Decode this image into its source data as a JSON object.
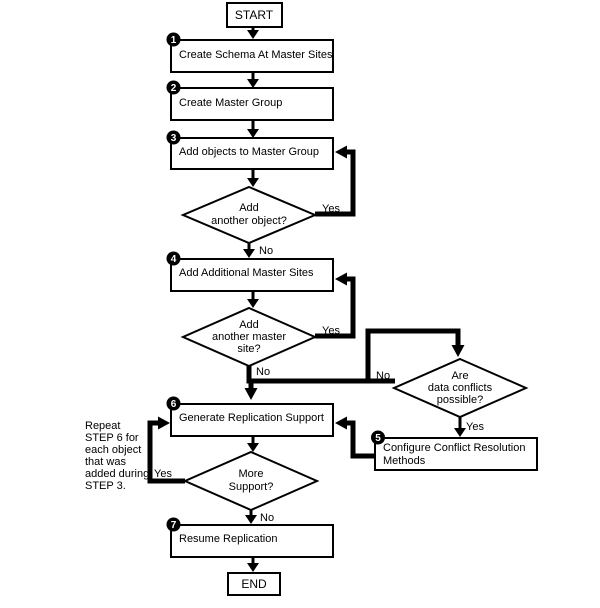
{
  "diagram": {
    "terminals": {
      "start": "START",
      "end": "END"
    },
    "steps": [
      {
        "num": "1",
        "label": "Create Schema At Master Sites"
      },
      {
        "num": "2",
        "label": "Create Master Group"
      },
      {
        "num": "3",
        "label": "Add objects to Master Group"
      },
      {
        "num": "4",
        "label": "Add Additional Master Sites"
      },
      {
        "num": "5",
        "label_line1": "Configure Conflict Resolution",
        "label_line2": "Methods"
      },
      {
        "num": "6",
        "label": "Generate Replication Support"
      },
      {
        "num": "7",
        "label": "Resume Replication"
      }
    ],
    "decisions": {
      "add_object": {
        "line1": "Add",
        "line2": "another object?",
        "yes": "Yes",
        "no": "No"
      },
      "add_master_site": {
        "line1": "Add",
        "line2": "another master",
        "line3": "site?",
        "yes": "Yes",
        "no": "No"
      },
      "data_conflicts": {
        "line1": "Are",
        "line2": "data conflicts",
        "line3": "possible?",
        "yes": "Yes",
        "no": "No"
      },
      "more_support": {
        "line1": "More",
        "line2": "Support?",
        "yes": "Yes",
        "no": "No"
      }
    },
    "note": {
      "line1": "Repeat",
      "line2": "STEP 6 for",
      "line3": "each object",
      "line4": "that was",
      "line5": "added during",
      "line6": "STEP 3."
    },
    "colors": {
      "ink": "#000000",
      "background": "#ffffff",
      "badge_background": "#000000",
      "badge_number": "#ffffff"
    }
  }
}
